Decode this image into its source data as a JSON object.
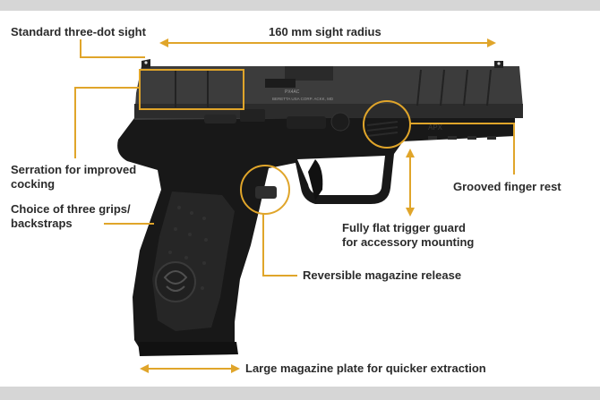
{
  "accent_color": "#E0A52A",
  "labels": {
    "sight": "Standard three-dot sight",
    "radius": "160 mm sight radius",
    "serration_l1": "Serration for improved",
    "serration_l2": "cocking",
    "grips_l1": "Choice of three grips/",
    "grips_l2": "backstraps",
    "finger": "Grooved finger rest",
    "trigger_l1": "Fully flat trigger guard",
    "trigger_l2": "for accessory mounting",
    "mag_release": "Reversible magazine release",
    "mag_plate": "Large magazine plate for quicker extraction"
  },
  "slide_text": {
    "model": "PX4AC",
    "maker": "BERETTA USA CORP. ACKK, MD",
    "frame_mark": "APX"
  }
}
